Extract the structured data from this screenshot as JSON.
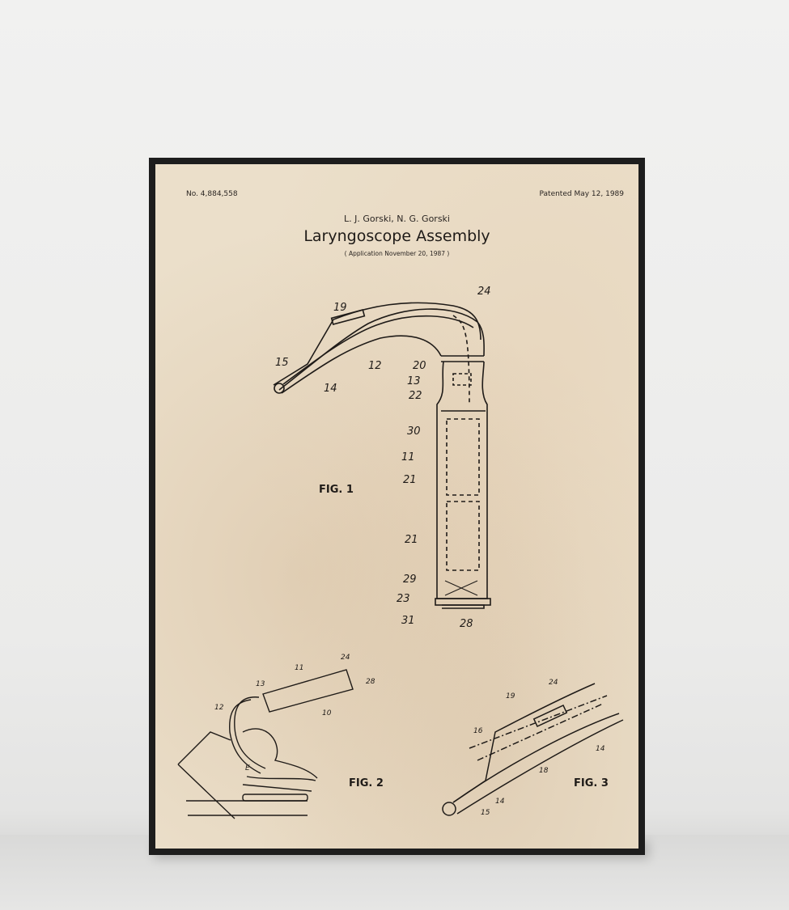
{
  "poster": {
    "patent_number": "No. 4,884,558",
    "patent_date": "Patented May 12, 1989",
    "inventors": "L. J. Gorski, N. G. Gorski",
    "title": "Laryngoscope Assembly",
    "application": "( Application November 20, 1987 )",
    "paper_color": "#ebdfca",
    "frame_color": "#1d1d1d"
  },
  "fig1": {
    "caption": "FIG. 1",
    "labels": [
      "19",
      "24",
      "15",
      "14",
      "12",
      "20",
      "13",
      "22",
      "30",
      "11",
      "21",
      "21",
      "29",
      "23",
      "31",
      "28"
    ]
  },
  "fig2": {
    "caption": "FIG. 2",
    "labels": [
      "24",
      "11",
      "28",
      "13",
      "12",
      "10",
      "E"
    ]
  },
  "fig3": {
    "caption": "FIG. 3",
    "labels": [
      "24",
      "19",
      "16",
      "14",
      "18",
      "14",
      "15"
    ]
  }
}
